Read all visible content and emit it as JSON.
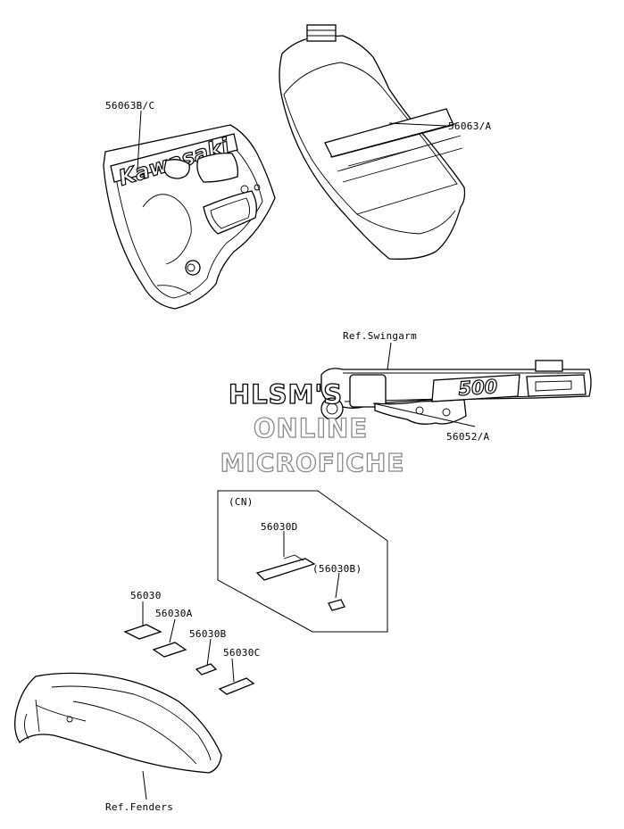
{
  "labels": {
    "side_cover": "56063B/C",
    "tank": "56063/A",
    "swingarm_ref": "Ref.Swingarm",
    "swingarm": "56052/A",
    "cn_region": "(CN)",
    "cn_decal": "56030D",
    "cn_small": "(56030B)",
    "d1": "56030",
    "d2": "56030A",
    "d3": "56030B",
    "d4": "56030C",
    "fender_ref": "Ref.Fenders"
  },
  "decal_text": {
    "brand": "Kawasaki",
    "model": "500"
  },
  "watermark": {
    "line1": "HLSM'S",
    "line2": "ONLINE",
    "line3": "MICROFICHE",
    "color": "#8a8a8a",
    "dark_color": "#000000"
  }
}
